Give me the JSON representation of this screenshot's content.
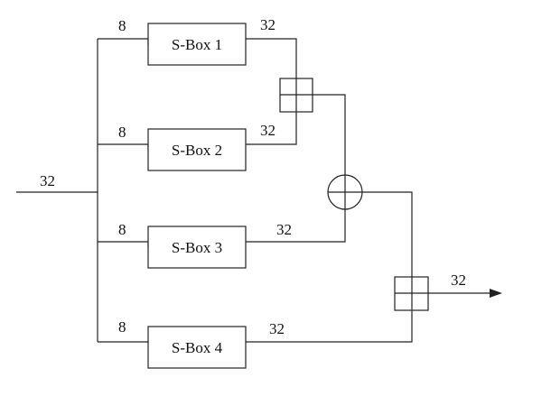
{
  "diagram": {
    "input_width": "32",
    "output_width": "32",
    "sboxes": [
      {
        "label": "S-Box 1",
        "in_width": "8",
        "out_width": "32"
      },
      {
        "label": "S-Box 2",
        "in_width": "8",
        "out_width": "32"
      },
      {
        "label": "S-Box 3",
        "in_width": "8",
        "out_width": "32"
      },
      {
        "label": "S-Box 4",
        "in_width": "8",
        "out_width": "32"
      }
    ],
    "operators": [
      {
        "name": "modular-addition-1",
        "symbol": "boxed-plus"
      },
      {
        "name": "xor",
        "symbol": "circled-plus"
      },
      {
        "name": "modular-addition-2",
        "symbol": "boxed-plus"
      }
    ]
  }
}
